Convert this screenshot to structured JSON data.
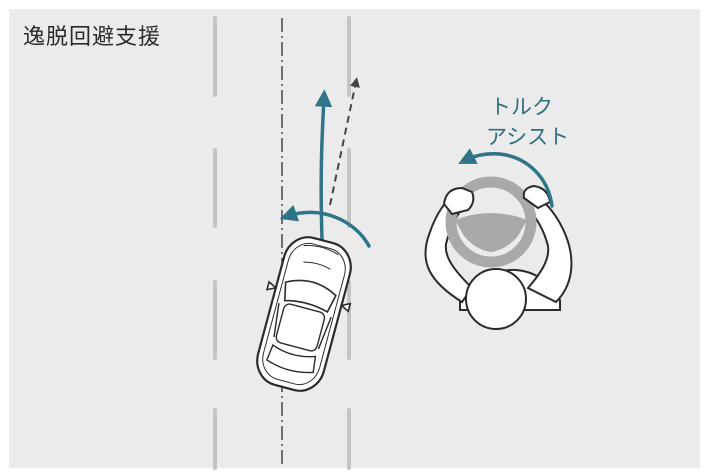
{
  "title": "逸脱回避支援",
  "torque_label": {
    "line1": "トルク",
    "line2": "アシスト"
  },
  "colors": {
    "background": "#ebebeb",
    "lane_marking": "#c4c4c4",
    "assist_arrow": "#2f7488",
    "predicted_path": "#2b2b2b",
    "steering_wheel": "#a9a9a9",
    "outline": "#2b2b2b"
  },
  "icons": [
    "car-icon",
    "driver-icon",
    "steering-wheel-icon",
    "torque-arrow-icon",
    "path-arrow-icon"
  ]
}
